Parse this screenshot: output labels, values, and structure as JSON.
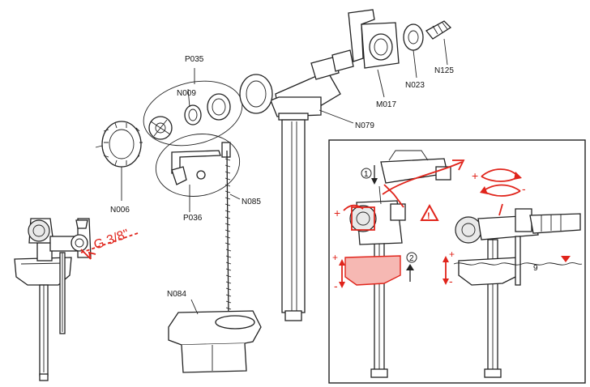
{
  "labels": {
    "p035": "P035",
    "n009": "N009",
    "n006": "N006",
    "p036": "P036",
    "n085": "N085",
    "n084": "N084",
    "n079": "N079",
    "m017": "M017",
    "n023": "N023",
    "n125": "N125",
    "thread": "G 3/8\""
  },
  "inset": {
    "step1": "1",
    "step2": "2",
    "plus": "+",
    "minus": "-",
    "warning_symbol": "!",
    "level_digit": "9"
  },
  "colors": {
    "accent_red": "#e0241b",
    "light_red": "#f6b8b3",
    "line": "#222222"
  }
}
